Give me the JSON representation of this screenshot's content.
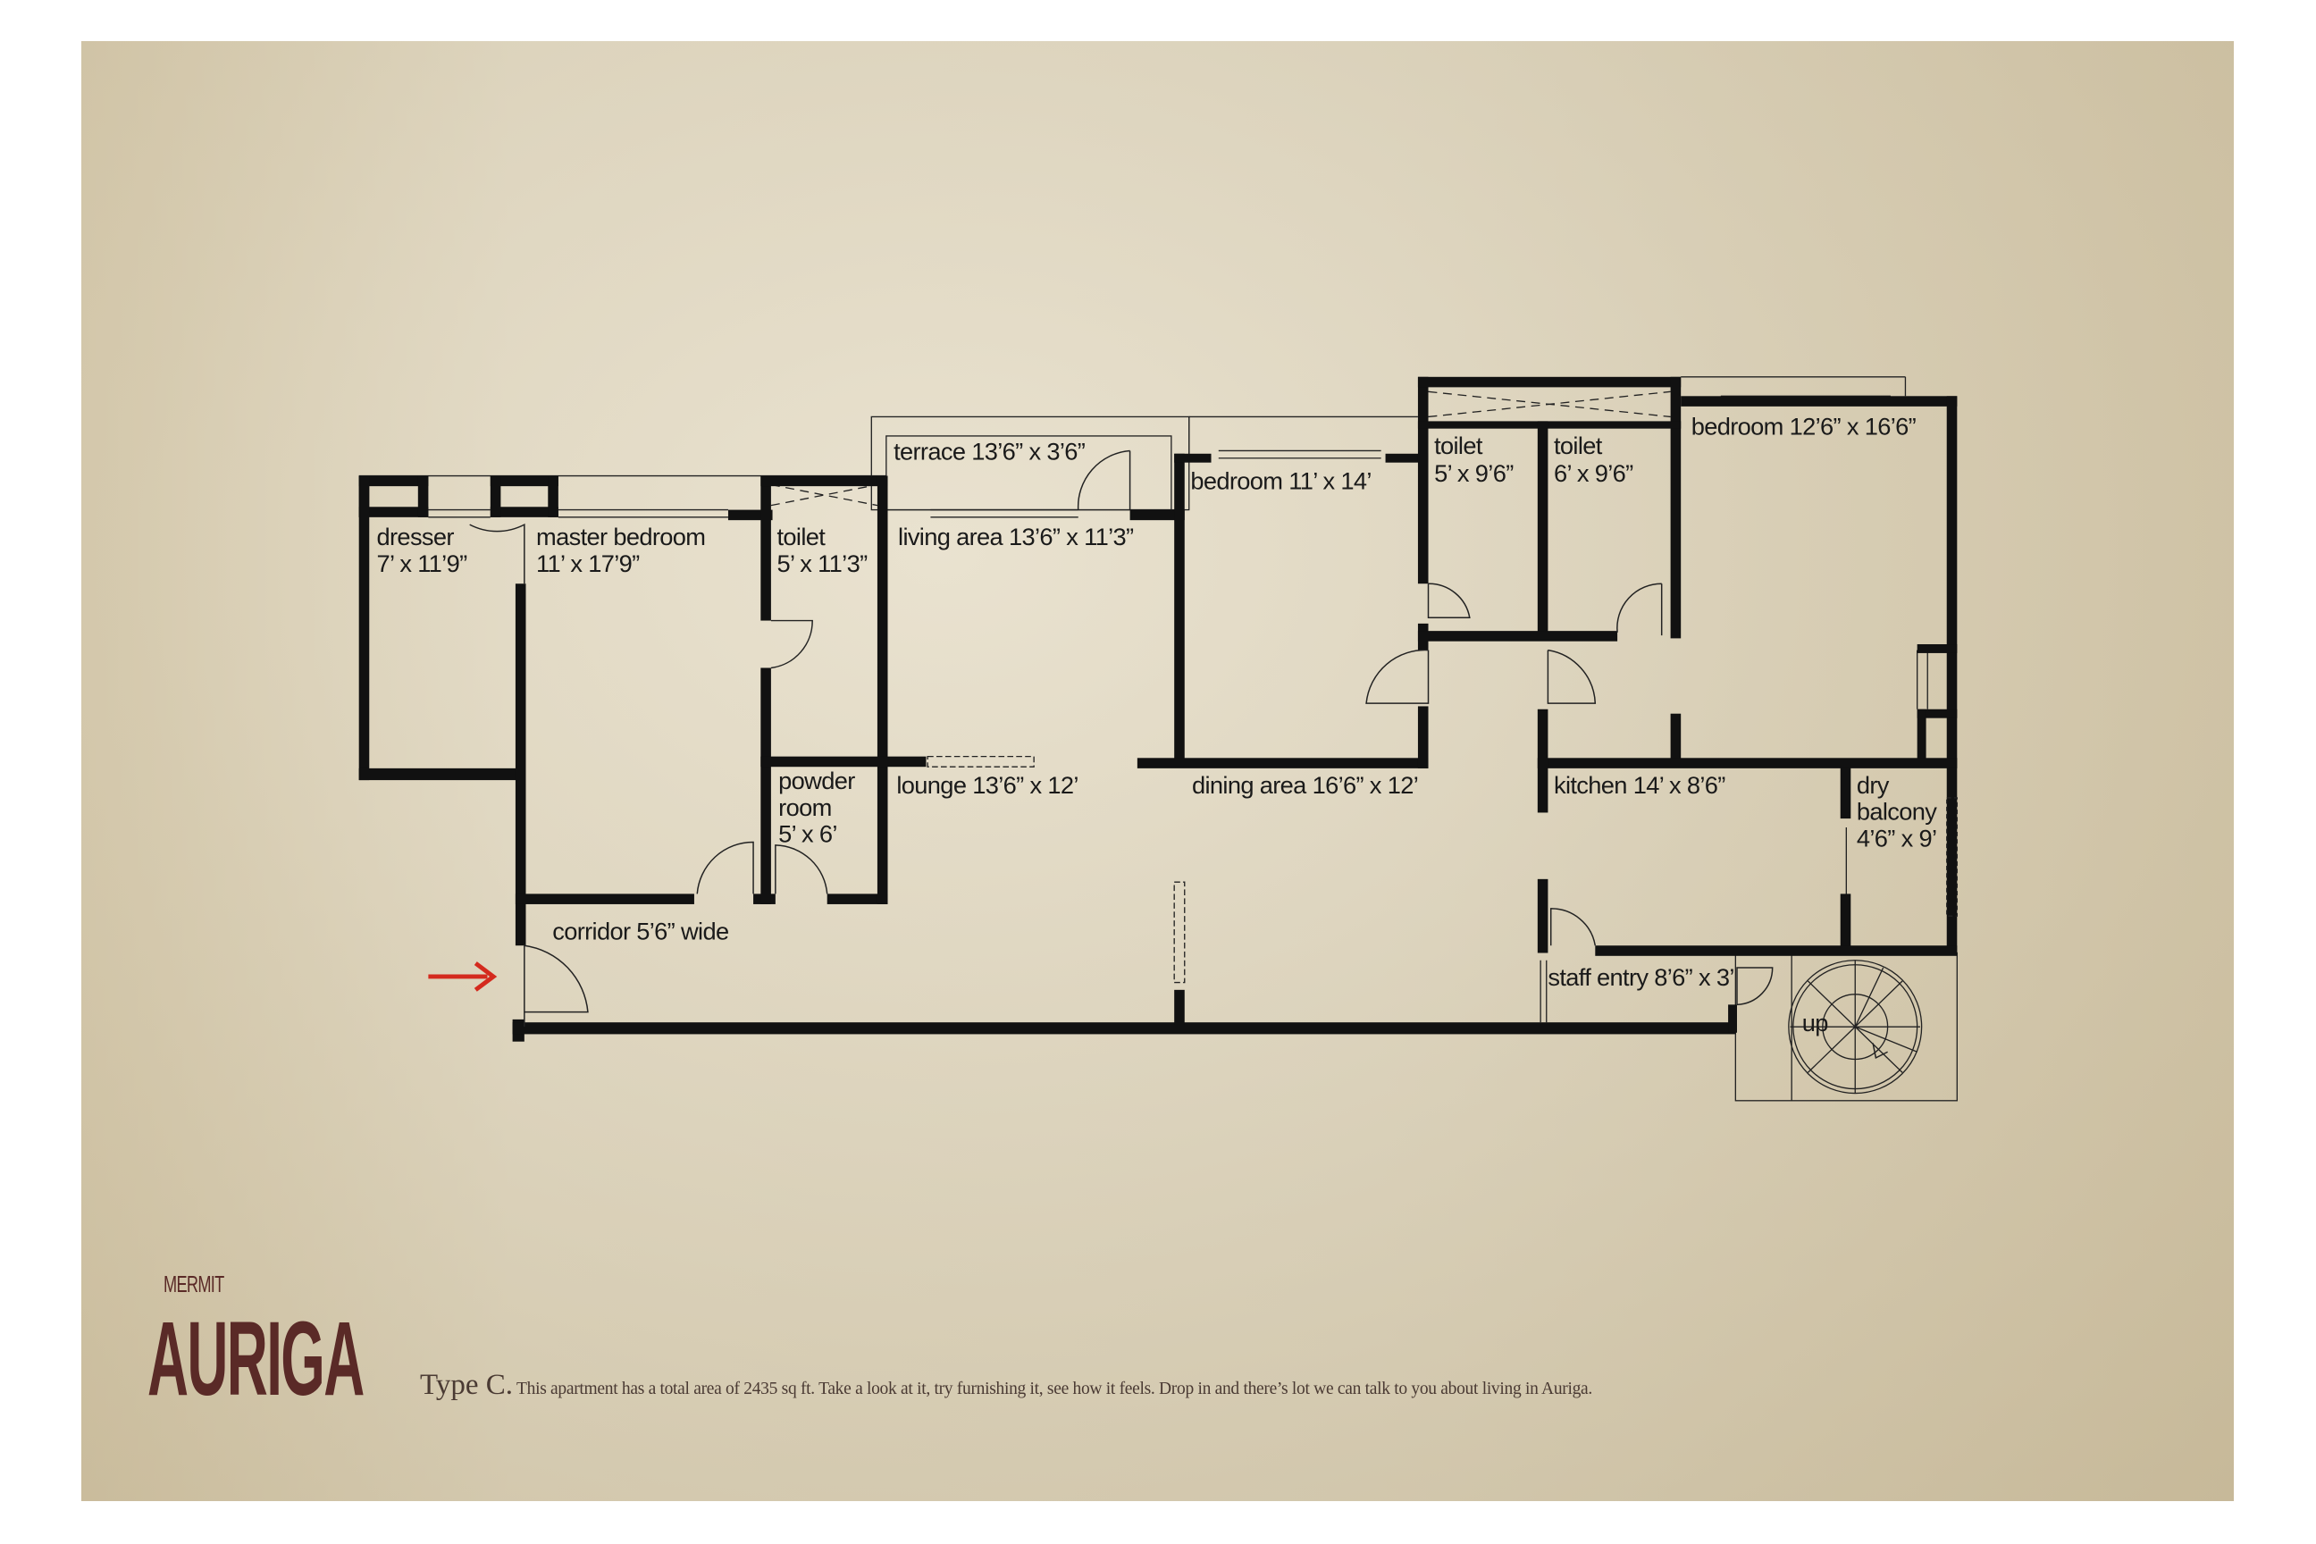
{
  "brand": {
    "company": "MERMIT",
    "project": "AURIGA"
  },
  "description": {
    "type_label": "Type C.",
    "text": "This apartment has a total area of 2435 sq ft. Take a look at it, try furnishing it, see how it feels. Drop in and there’s lot we can talk to you about living in Auriga."
  },
  "rooms": {
    "dresser": {
      "name": "dresser",
      "size": "7’ x 11’9”"
    },
    "master_bedroom": {
      "name": "master bedroom",
      "size": "11’ x 17’9”"
    },
    "toilet_1": {
      "name": "toilet",
      "size": "5’ x 11’3”"
    },
    "terrace": {
      "label": "terrace 13’6” x 3’6”"
    },
    "living_area": {
      "label": "living area 13’6” x 11’3”"
    },
    "bedroom_2": {
      "label": "bedroom 11’ x 14’"
    },
    "toilet_2": {
      "name": "toilet",
      "size": "5’ x 9’6”"
    },
    "toilet_3": {
      "name": "toilet",
      "size": "6’ x 9’6”"
    },
    "bedroom_3": {
      "label": "bedroom 12’6” x 16’6”"
    },
    "powder_room": {
      "line1": "powder",
      "line2": "room",
      "size": "5’ x 6’"
    },
    "lounge": {
      "label": "lounge 13’6” x 12’"
    },
    "dining_area": {
      "label": "dining area 16’6” x 12’"
    },
    "kitchen": {
      "label": "kitchen 14’ x 8’6”"
    },
    "dry_balcony": {
      "line1": "dry",
      "line2": "balcony",
      "size": "4’6” x 9’"
    },
    "corridor": {
      "label": "corridor 5’6” wide"
    },
    "staff_entry": {
      "label": "staff entry 8’6” x 3’"
    },
    "stairs": {
      "label": "up"
    }
  },
  "colors": {
    "entry_arrow": "#d42a1e",
    "brand": "#5a2a27"
  }
}
